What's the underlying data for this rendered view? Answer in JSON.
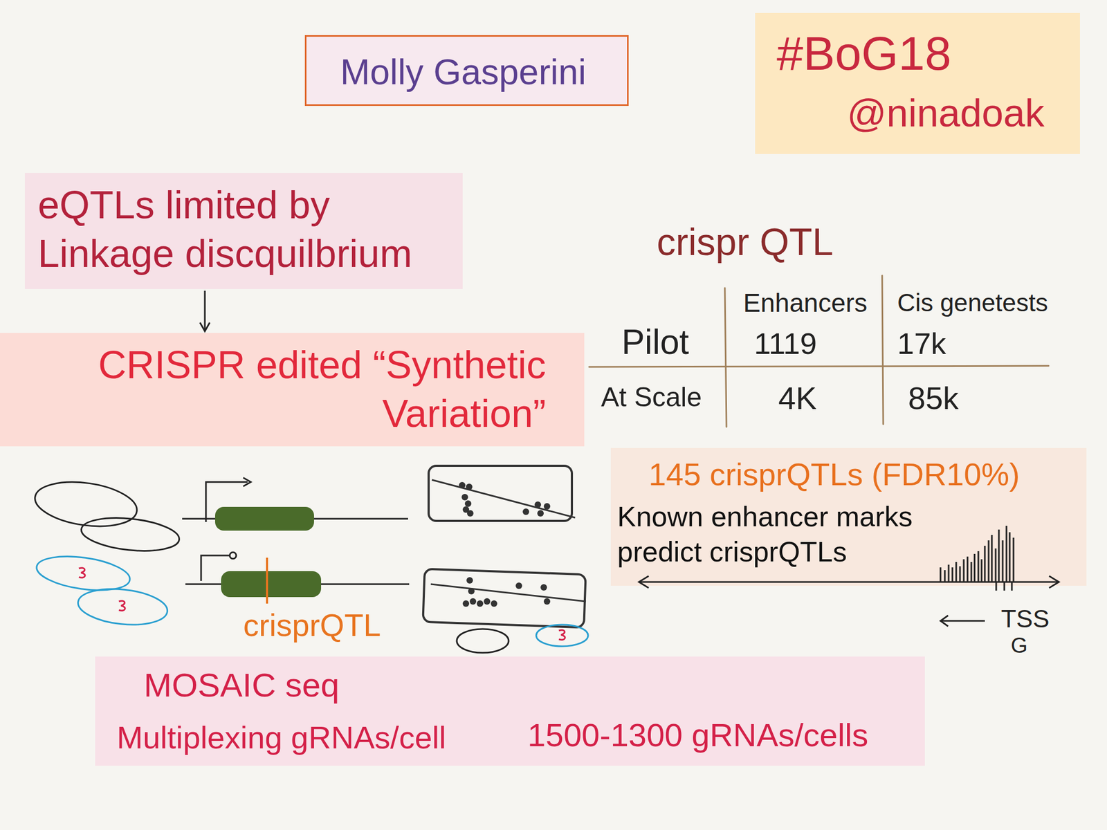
{
  "diagram": {
    "nodes": [
      {
        "text": [
          "Molly Gasperini"
        ]
      },
      {
        "text": [
          "#BoG18",
          "@ninadoak"
        ]
      },
      {
        "text": [
          "eQTLs limited by Linkage discquilbrium"
        ]
      },
      {
        "text": [
          "CRISPR edited “Synthetic Variation”"
        ]
      },
      {
        "text": [
          "145 crisprQTLs (FDR10%)",
          "Known enhancer marks predict crisprQTLs"
        ]
      },
      {
        "text": [
          "MOSAIC seq",
          "Multiplexing gRNAs/cell",
          "1500-1300 gRNAs/cells"
        ]
      }
    ],
    "edges": [
      {
        "from": 2,
        "to": 3,
        "arrow": "to"
      }
    ],
    "labels": [
      "crispr QTL",
      "Enhancers",
      "Cis genetests",
      "Pilot",
      "1119",
      "17k",
      "At Scale",
      "4K",
      "85k",
      "crisprQTL",
      "TSS",
      "G"
    ]
  }
}
